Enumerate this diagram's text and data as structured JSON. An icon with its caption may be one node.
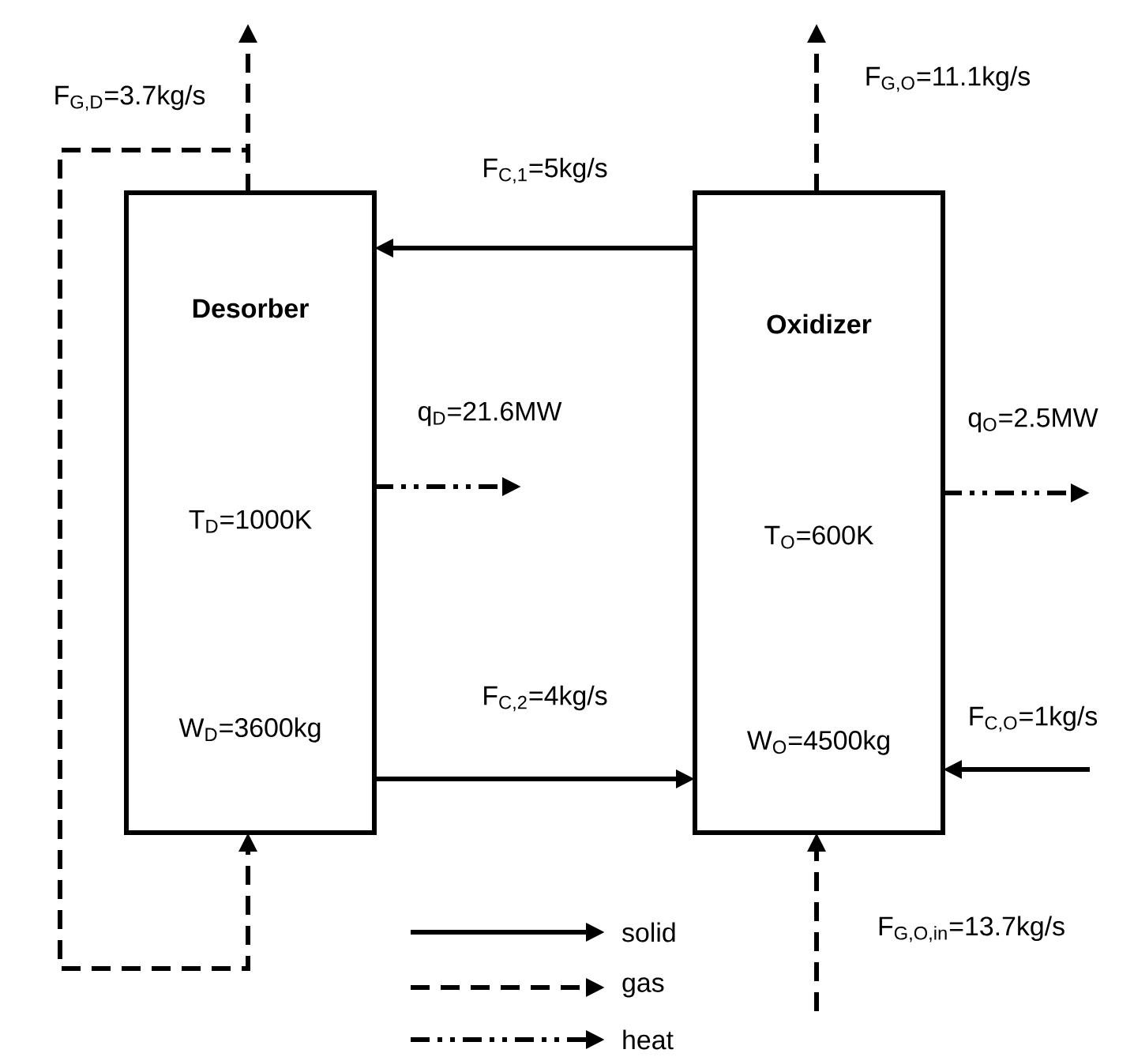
{
  "diagram": {
    "nodes": [
      {
        "text": [
          "Desorber",
          "T$_{D}$=1000K",
          "W$_{D}$=3600kg"
        ]
      },
      {
        "text": [
          "Oxidizer",
          "T$_{O}$=600K",
          "W$_{O}$=4500kg"
        ]
      }
    ],
    "edges": [
      {
        "from": 0,
        "to": null,
        "arrow": "to",
        "style": "dashed",
        "label": "F$_{G,D}$=3.7kg/s"
      },
      {
        "from": 0,
        "to": 0,
        "arrow": "to",
        "style": "dashed"
      },
      {
        "from": 1,
        "to": 0,
        "arrow": "to",
        "label": "F$_{C,1}$=5kg/s"
      },
      {
        "from": 0,
        "to": 1,
        "arrow": "to",
        "label": "F$_{C,2}$=4kg/s"
      },
      {
        "from": 0,
        "to": null,
        "arrow": "to",
        "style": "dashed",
        "label": "q$_{D}$=21.6MW"
      },
      {
        "from": 1,
        "to": null,
        "arrow": "to",
        "style": "dashed",
        "label": "q$_{O}$=2.5MW"
      },
      {
        "from": 1,
        "to": null,
        "arrow": "to",
        "style": "dashed",
        "label": "F$_{G,O}$=11.1kg/s"
      },
      {
        "from": null,
        "to": 1,
        "arrow": "to",
        "label": "F$_{C,O}$=1kg/s"
      },
      {
        "from": null,
        "to": 1,
        "arrow": "to",
        "style": "dashed",
        "label": "F$_{G,O,in}$=13.7kg/s"
      }
    ],
    "legend": [
      {
        "text": "solid"
      },
      {
        "text": "gas"
      },
      {
        "text": "heat"
      }
    ]
  }
}
